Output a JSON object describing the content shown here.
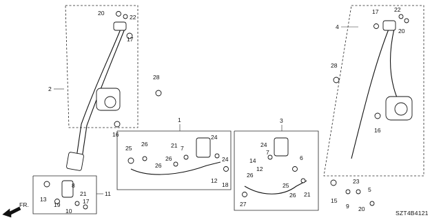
{
  "diagram": {
    "code": "SZT4B4121",
    "front_label": "FR.",
    "assembly_labels": {
      "front_belt_left": "2",
      "front_belt_right": "4",
      "buckle_front_left": "1",
      "buckle_front_right": "3",
      "outer_anchor_kit": "11"
    },
    "callouts": {
      "c20_top": "20",
      "c22_top": "22",
      "c17_top": "17",
      "c28_left": "28",
      "c16_left": "16",
      "c25_a": "25",
      "c26_a": "26",
      "c21_a": "21",
      "c7_a": "7",
      "c24_a": "24",
      "c26_b": "26",
      "c26_c": "26",
      "c24_b": "24",
      "c12_a": "12",
      "c18_a": "18",
      "c24_c": "24",
      "c14_a": "14",
      "c7_b": "7",
      "c12_b": "12",
      "c6_a": "6",
      "c26_d": "26",
      "c25_b": "25",
      "c26_e": "26",
      "c27_a": "27",
      "c21_b": "21",
      "c13": "13",
      "c8": "8",
      "c19": "19",
      "c21_c": "21",
      "c17_c": "17",
      "c10": "10",
      "c17_r": "17",
      "c22_r": "22",
      "c20_r": "20",
      "c28_r": "28",
      "c16_r": "16",
      "c15": "15",
      "c9": "9",
      "c23": "23",
      "c5": "5",
      "c20_r2": "20"
    }
  }
}
